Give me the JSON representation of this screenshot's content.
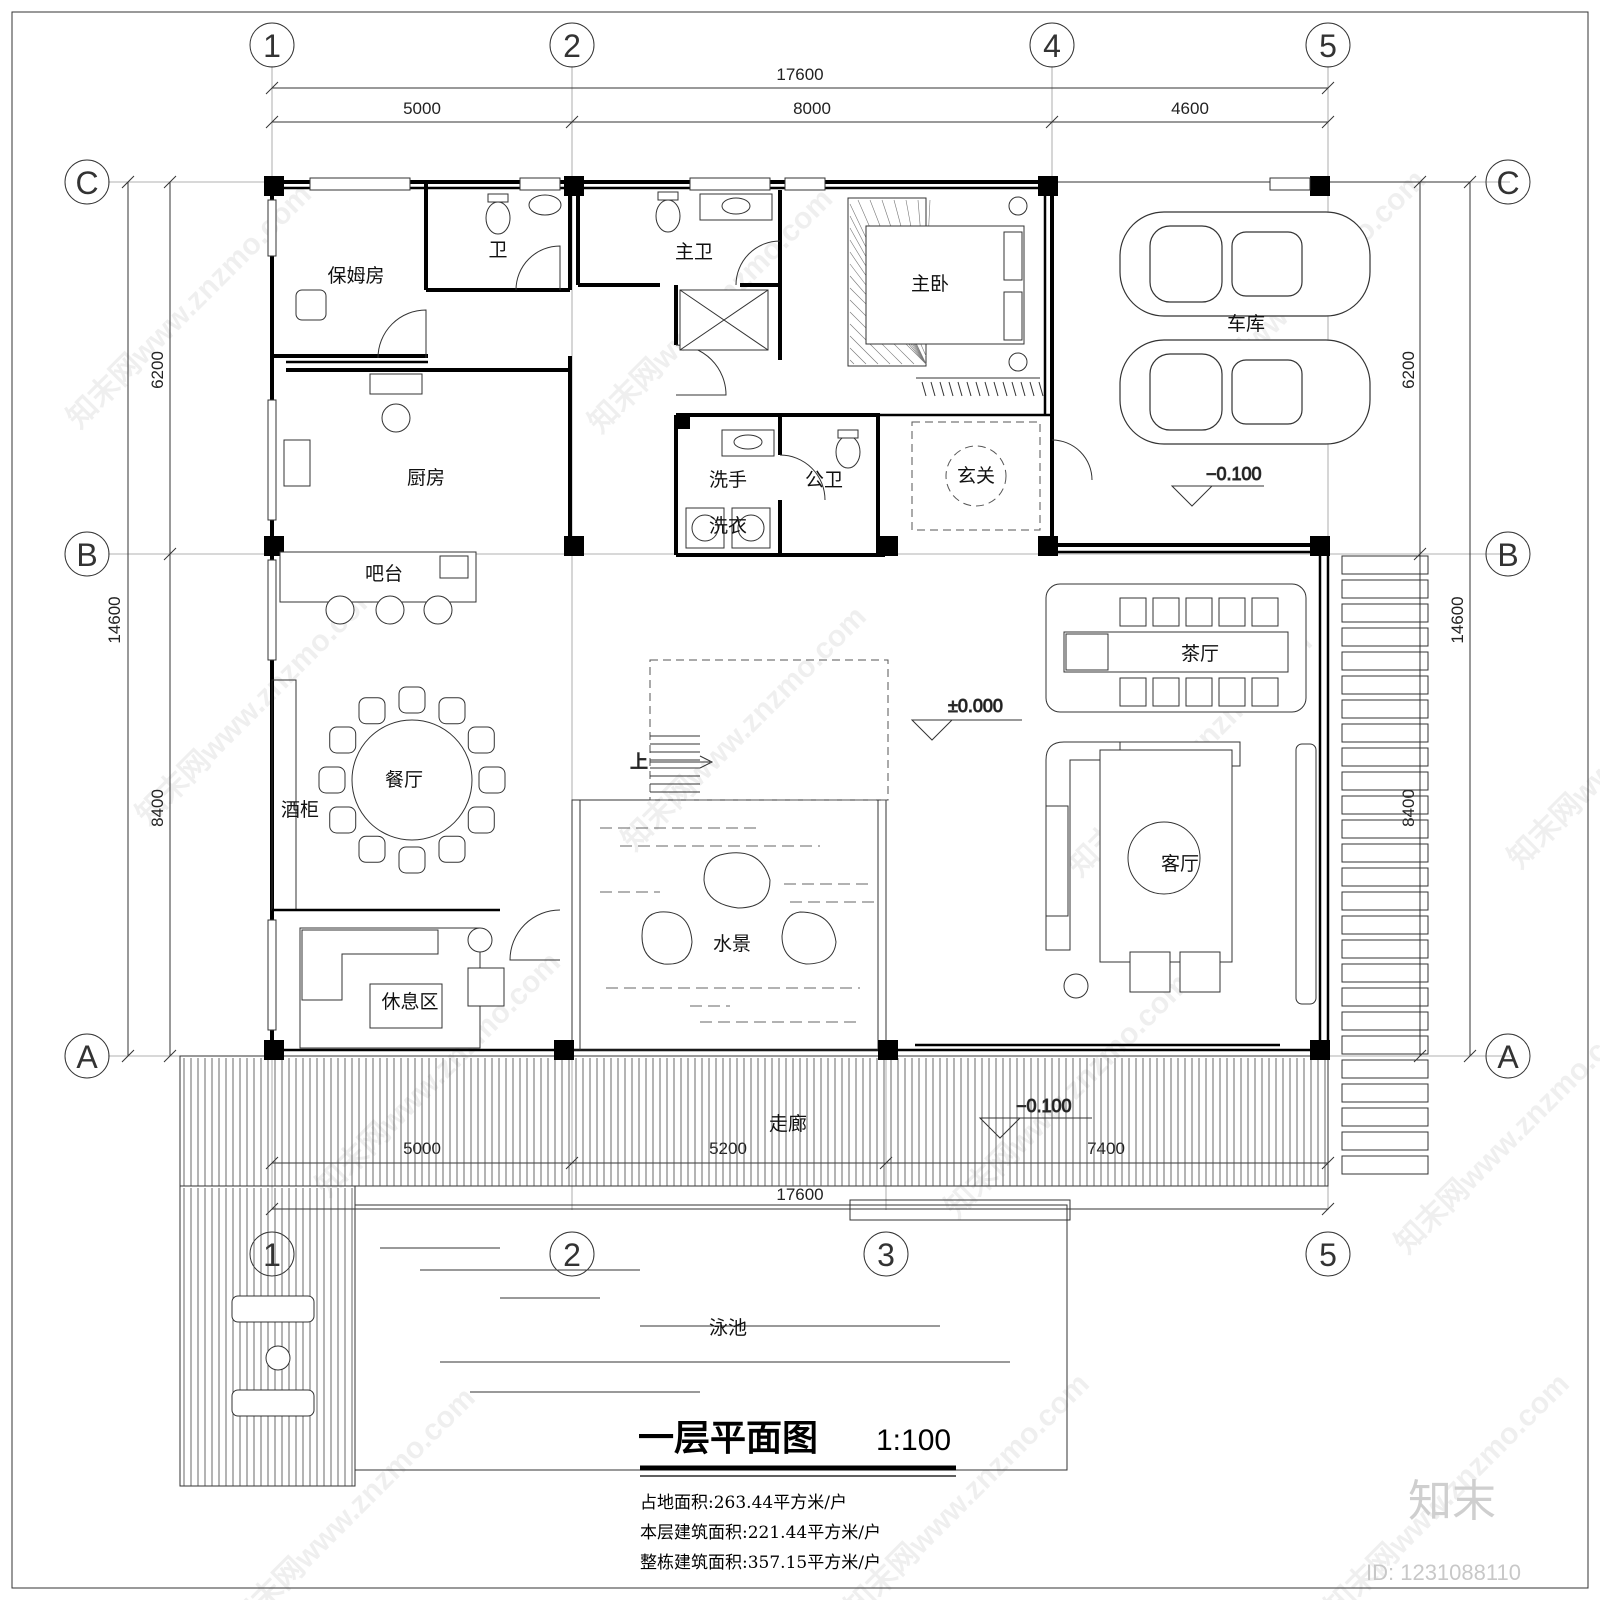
{
  "axes": {
    "top": [
      "1",
      "2",
      "4",
      "5"
    ],
    "bottom": [
      "1",
      "2",
      "3",
      "5"
    ],
    "left": [
      "C",
      "B",
      "A"
    ],
    "right": [
      "C",
      "B",
      "A"
    ]
  },
  "dimensions": {
    "top_total": "17600",
    "top_segments": [
      "5000",
      "8000",
      "4600"
    ],
    "bottom_segments": [
      "5000",
      "5200",
      "7400"
    ],
    "bottom_total": "17600",
    "left_segments": [
      "6200",
      "8400"
    ],
    "left_total": "14600",
    "right_segments": [
      "6200",
      "8400"
    ],
    "right_total": "14600"
  },
  "rooms": {
    "nanny_room": "保姆房",
    "wc": "卫",
    "master_bath": "主卫",
    "master_bedroom": "主卧",
    "garage": "车库",
    "kitchen": "厨房",
    "wash": "洗手",
    "laundry": "洗衣",
    "public_wc": "公卫",
    "foyer": "玄关",
    "bar": "吧台",
    "tea_room": "茶厅",
    "dining": "餐厅",
    "wine_cabinet": "酒柜",
    "living": "客厅",
    "water_feature": "水景",
    "lounge": "休息区",
    "corridor": "走廊",
    "pool": "泳池",
    "stair_up": "上"
  },
  "levels": {
    "garage": "−0.100",
    "main": "±0.000",
    "corridor": "−0.100"
  },
  "title": {
    "name": "一层平面图",
    "scale": "1:100"
  },
  "areas": [
    "占地面积:263.44平方米/户",
    "本层建筑面积:221.44平方米/户",
    "整栋建筑面积:357.15平方米/户"
  ],
  "brand": {
    "logo": "知末",
    "id": "ID: 1231088110",
    "watermark": "知末网www.znzmo.com"
  }
}
